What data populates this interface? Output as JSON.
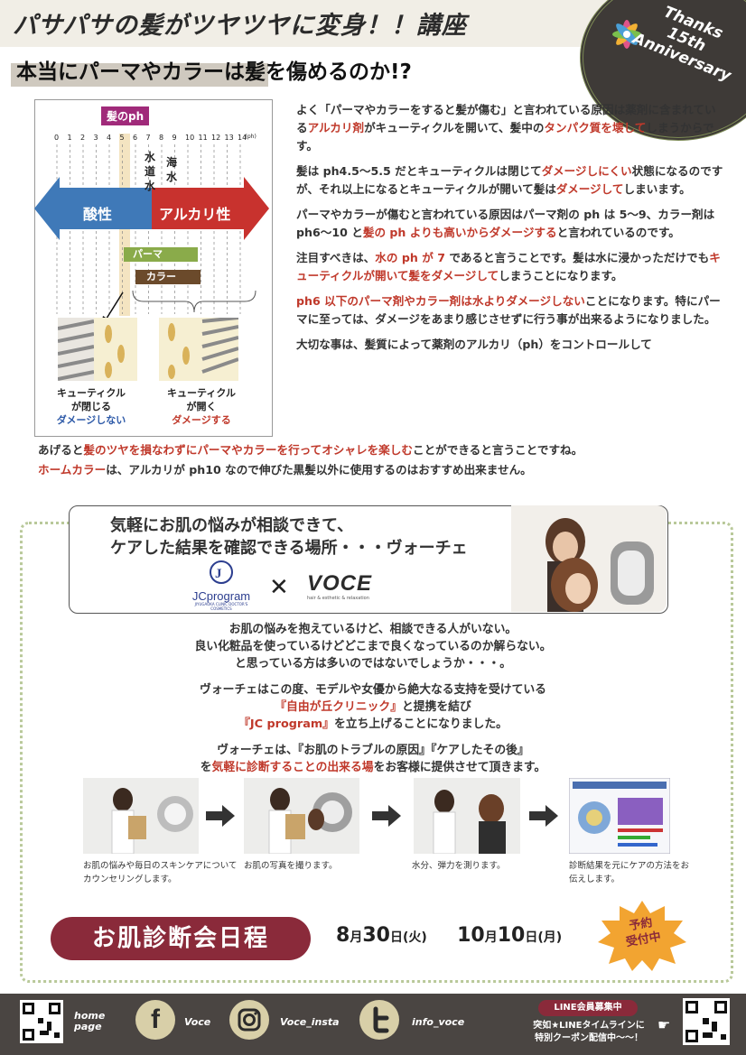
{
  "header": {
    "title": "パサパサの髪がツヤツヤに変身！！講座",
    "subtitle": "本当にパーマやカラーは髪を傷めるのか!?",
    "anniversary": [
      "Thanks",
      "15th",
      "Anniversary"
    ]
  },
  "diagram": {
    "ph_title": "髪のph",
    "ph_ticks": [
      "0",
      "1",
      "2",
      "3",
      "4",
      "5",
      "6",
      "7",
      "8",
      "9",
      "10",
      "11",
      "12",
      "13",
      "14"
    ],
    "ph_unit": "(ph)",
    "water": "水道水",
    "sea": "海水",
    "acid": "酸性",
    "alkali": "アルカリ性",
    "perm": "パーマ",
    "color": "カラー",
    "left_caption": [
      "キューティクル",
      "が閉じる"
    ],
    "left_status": "ダメージしない",
    "right_caption": [
      "キューティクル",
      "が開く"
    ],
    "right_status": "ダメージする"
  },
  "paragraphs": {
    "p1": {
      "a": "よく「パーマやカラーをすると髪が傷む」と言われている原因は薬剤に含まれている",
      "b": "アルカリ剤",
      "c": "がキューティクルを開いて、髪中の",
      "d": "タンパク質を壊して",
      "e": "しまうからです。"
    },
    "p2": {
      "a": "髪は ph4.5〜5.5 だとキューティクルは閉じて",
      "b": "ダメージしにくい",
      "c": "状態になるのですが、それ以上になるとキューティクルが開いて髪は",
      "d": "ダメージして",
      "e": "しまいます。"
    },
    "p3": {
      "a": "パーマやカラーが傷むと言われている原因はパーマ剤の ph は 5〜9、カラー剤は ph6〜10 と",
      "b": "髪の ph よりも高いからダメージする",
      "c": "と言われているのです。"
    },
    "p4": {
      "a": "注目すべきは、",
      "b": "水の ph が 7",
      "c": " であると言うことです。髪は水に浸かっただけでも",
      "d": "キューティクルが開いて髪をダメージして",
      "e": "しまうことになります。"
    },
    "p5": {
      "a": "ph6 以下のパーマ剤やカラー剤は水よりダメージしない",
      "b": "ことになります。特にパーマに至っては、ダメージをあまり感じさせずに行う事が出来るようになりました。"
    },
    "p6": "大切な事は、髪質によって薬剤のアルカリ（ph）をコントロールして",
    "p7": {
      "a": "あげると",
      "b": "髪のツヤを損なわずにパーマやカラーを行ってオシャレを楽しむ",
      "c": "ことができると言うことですね。"
    },
    "p8": {
      "a": "ホームカラー",
      "b": "は、アルカリが ph10 なので伸びた黒髪以外に使用するのはおすすめ出来ません。"
    }
  },
  "promo": {
    "line1": "気軽にお肌の悩みが相談できて、",
    "line2": "ケアした結果を確認できる場所・・・ヴォーチェ",
    "jc_logo": "JCprogram",
    "jc_sub": "JIYUGAOKA CLINIC DOCTOR'S COSMETICS",
    "times": "✕",
    "voce_logo": "VOCE",
    "voce_sub": "hair & esthetic & relaxation"
  },
  "intro": {
    "l1": "お肌の悩みを抱えているけど、相談できる人がいない。",
    "l2": "良い化粧品を使っているけどどこまで良くなっているのか解らない。",
    "l3": "と思っている方は多いのではないでしょうか・・・。",
    "l4": "ヴォーチェはこの度、モデルや女優から絶大なる支持を受けている",
    "l5a": "『自由が丘クリニック』",
    "l5b": "と提携を結び",
    "l6a": "『JC program』",
    "l6b": "を立ち上げることになりました。",
    "l7": "ヴォーチェは、『お肌のトラブルの原因』『ケアしたその後』",
    "l8a": "を",
    "l8b": "気軽に診断することの出来る場",
    "l8c": "をお客様に提供させて頂きます。"
  },
  "steps": [
    {
      "caption": "お肌の悩みや毎日のスキンケアについてカウンセリングします。"
    },
    {
      "caption": "お肌の写真を撮ります。"
    },
    {
      "caption": "水分、弾力を測ります。"
    },
    {
      "caption": "診断結果を元にケアの方法をお伝えします。"
    }
  ],
  "schedule": {
    "label": "お肌診断会日程",
    "date1_month": "8",
    "month_char": "月",
    "date1_day": "30",
    "day_char": "日",
    "date1_dow": "(火)",
    "date2_month": "10",
    "date2_day": "10",
    "date2_dow": "(月)",
    "badge_line1": "予約",
    "badge_line2": "受付中"
  },
  "footer": {
    "home": "home",
    "page": "page",
    "facebook": "Voce",
    "instagram": "Voce_insta",
    "twitter": "info_voce",
    "line_pill": "LINE会員募集中",
    "line_msg1": "突如★LINEタイムラインに",
    "line_msg2": "特別クーポン配信中〜〜！"
  },
  "colors": {
    "accent_red": "#c0392b",
    "burgundy": "#8a2a3a",
    "acid_blue": "#3f79b8",
    "alkali_red": "#c8322e"
  }
}
